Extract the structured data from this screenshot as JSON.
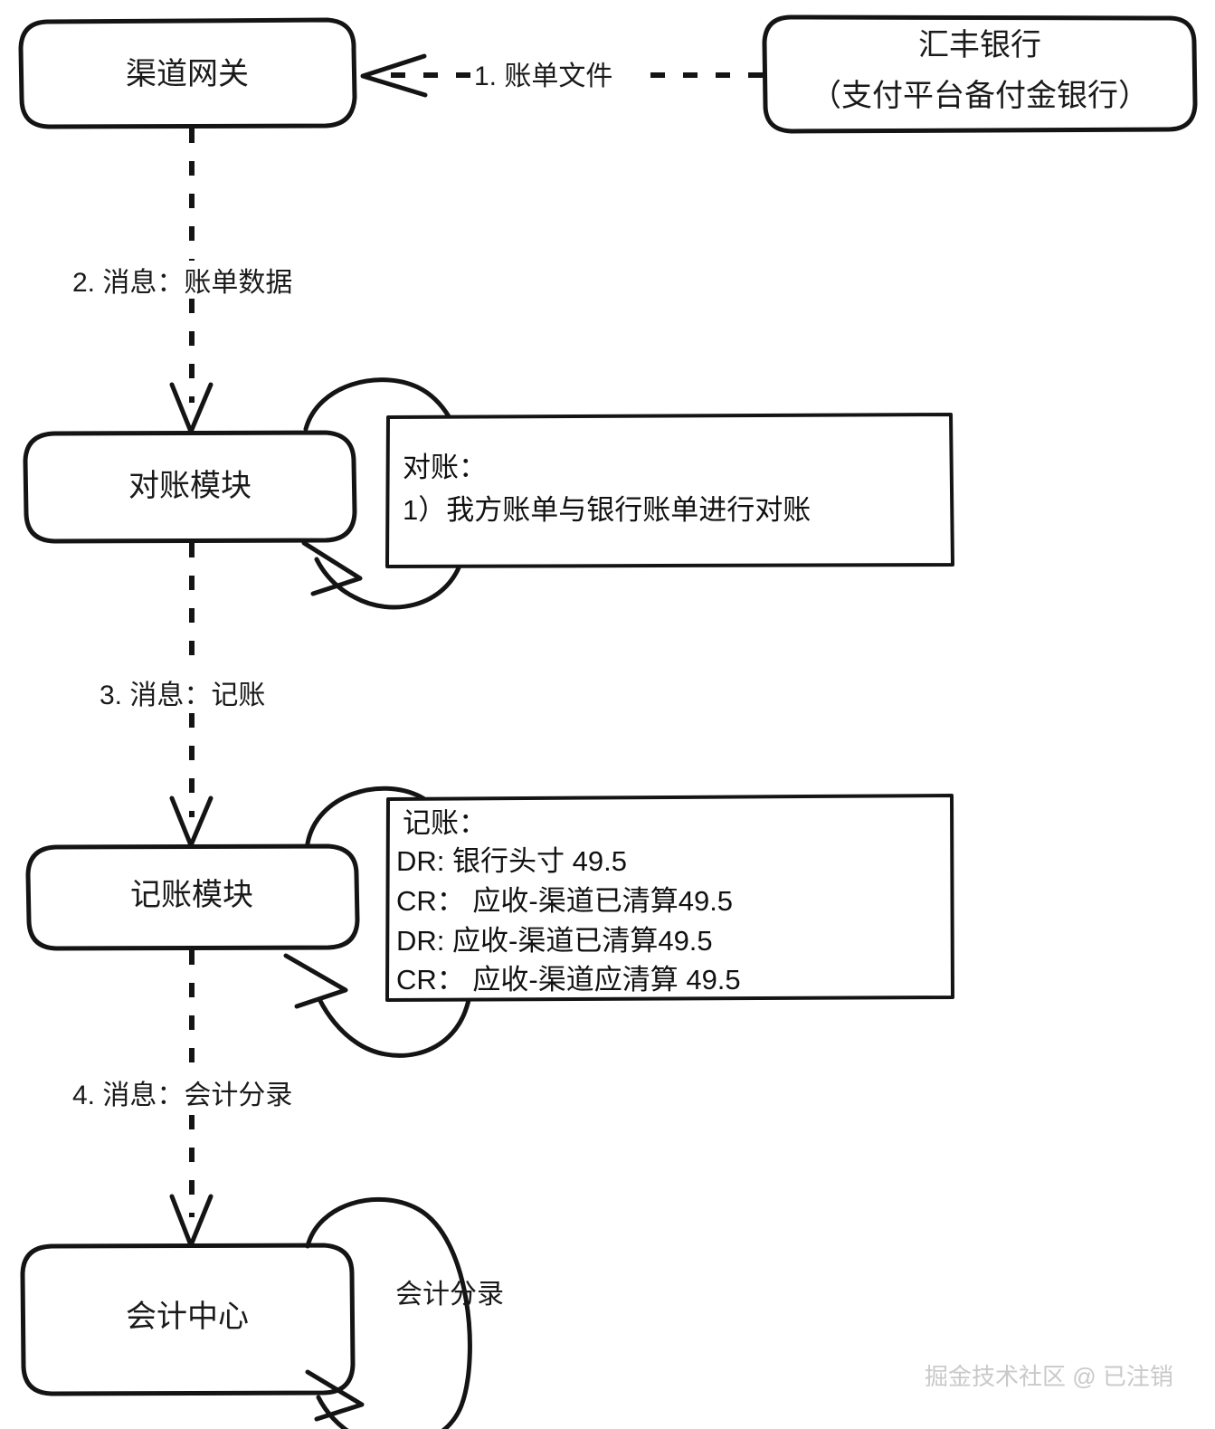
{
  "diagram": {
    "title": "支付对账记账流程图",
    "type": "flow-sequence",
    "colors": {
      "node_fill_blue": "#a9d7fd",
      "node_fill_white": "#ffffff",
      "stroke": "#141414",
      "watermark": "#c9c9c9"
    },
    "nodes": [
      {
        "id": "channel-gateway",
        "label": "渠道网关",
        "fill": "white"
      },
      {
        "id": "hsbc-bank",
        "label_line1": "汇丰银行",
        "label_line2": "（支付平台备付金银行）",
        "fill": "white"
      },
      {
        "id": "reconciliation-module",
        "label": "对账模块",
        "fill": "blue"
      },
      {
        "id": "bookkeeping-module",
        "label": "记账模块",
        "fill": "blue"
      },
      {
        "id": "accounting-center",
        "label": "会计中心",
        "fill": "blue"
      }
    ],
    "edges": [
      {
        "id": "edge-1",
        "label": "1. 账单文件",
        "from": "hsbc-bank",
        "to": "channel-gateway",
        "style": "dashed"
      },
      {
        "id": "edge-2",
        "label": "2. 消息：账单数据",
        "from": "channel-gateway",
        "to": "reconciliation-module",
        "style": "dashed"
      },
      {
        "id": "edge-3",
        "label": "3. 消息：记账",
        "from": "reconciliation-module",
        "to": "bookkeeping-module",
        "style": "dashed"
      },
      {
        "id": "edge-4",
        "label": "4. 消息：会计分录",
        "from": "bookkeeping-module",
        "to": "accounting-center",
        "style": "dashed"
      },
      {
        "id": "self-loop-accounting",
        "label": "会计分录",
        "from": "accounting-center",
        "to": "accounting-center",
        "style": "solid"
      }
    ],
    "notes": [
      {
        "id": "note-reconciliation",
        "attached_to": "reconciliation-module",
        "lines": [
          "对账：",
          "1）我方账单与银行账单进行对账"
        ]
      },
      {
        "id": "note-bookkeeping",
        "attached_to": "bookkeeping-module",
        "lines": [
          "记账：",
          "DR: 银行头寸  49.5",
          "CR： 应收-渠道已清算49.5",
          "DR: 应收-渠道已清算49.5",
          "CR： 应收-渠道应清算  49.5"
        ]
      }
    ],
    "watermark": "掘金技术社区 @ 已注销"
  }
}
